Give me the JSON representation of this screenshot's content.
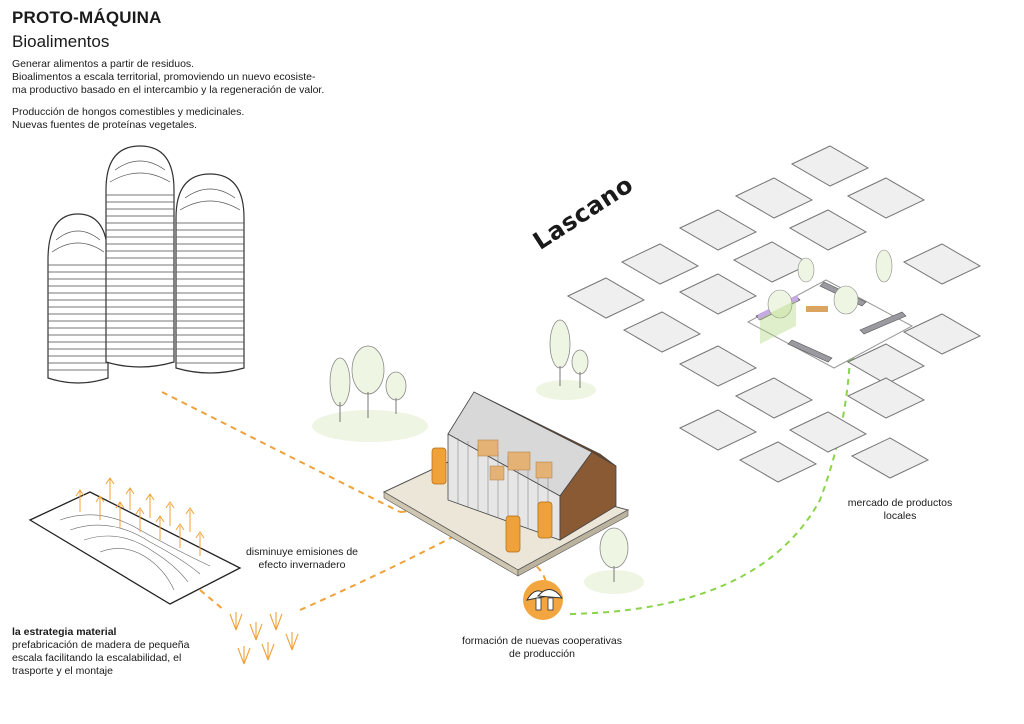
{
  "header": {
    "title": "PROTO-MÁQUINA",
    "subtitle": "Bioalimentos"
  },
  "intro": {
    "lines": [
      "Generar alimentos a partir de residuos.",
      "Bioalimentos a escala territorial, promoviendo un nuevo ecosiste-",
      "ma productivo basado en el intercambio y la regeneración de valor."
    ],
    "lines2": [
      "Producción de hongos comestibles y medicinales.",
      "Nuevas fuentes de proteínas vegetales."
    ]
  },
  "labels": {
    "place": "Lascano",
    "emissions": [
      "disminuye emisiones de",
      "efecto invernadero"
    ],
    "market": [
      "mercado de productos",
      "locales"
    ],
    "cooperatives": [
      "formación de nuevas cooperativas",
      "de producción"
    ],
    "strategy_title": "la estrategia material",
    "strategy_lines": [
      "prefabricación de madera de pequeña",
      "escala facilitando la escalabilidad, el",
      "trasporte y el montaje"
    ]
  },
  "colors": {
    "orange_flow": "#f0a23a",
    "green_flow": "#8ad44a",
    "tree_fill": "#eef5e2",
    "block_fill": "#efefef",
    "building_roof": "#8a5a35",
    "platform": "#ece6d8"
  }
}
